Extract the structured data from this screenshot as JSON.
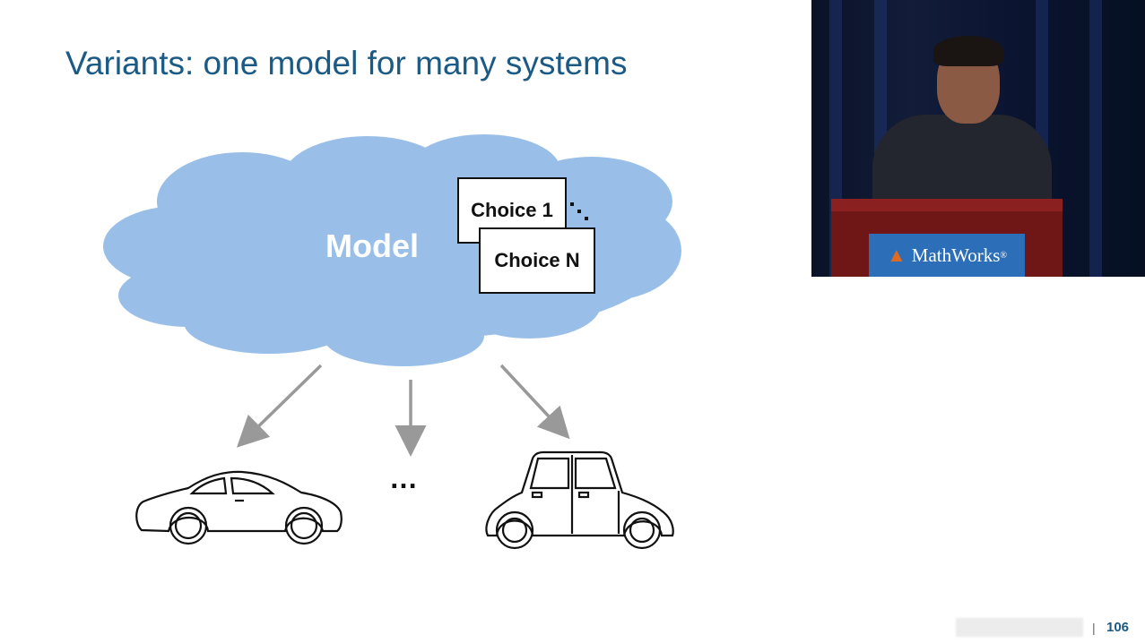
{
  "slide": {
    "title": "Variants: one model for many systems",
    "page_number": "106",
    "separator": "|"
  },
  "diagram": {
    "cloud_label": "Model",
    "choices": [
      "Choice 1",
      "Choice N"
    ],
    "ellipsis": "…",
    "colors": {
      "cloud": "#99bfe8",
      "arrow": "#999999",
      "title": "#1b5a85"
    }
  },
  "video": {
    "sign_text": "MathWorks",
    "sign_suffix": "®"
  }
}
